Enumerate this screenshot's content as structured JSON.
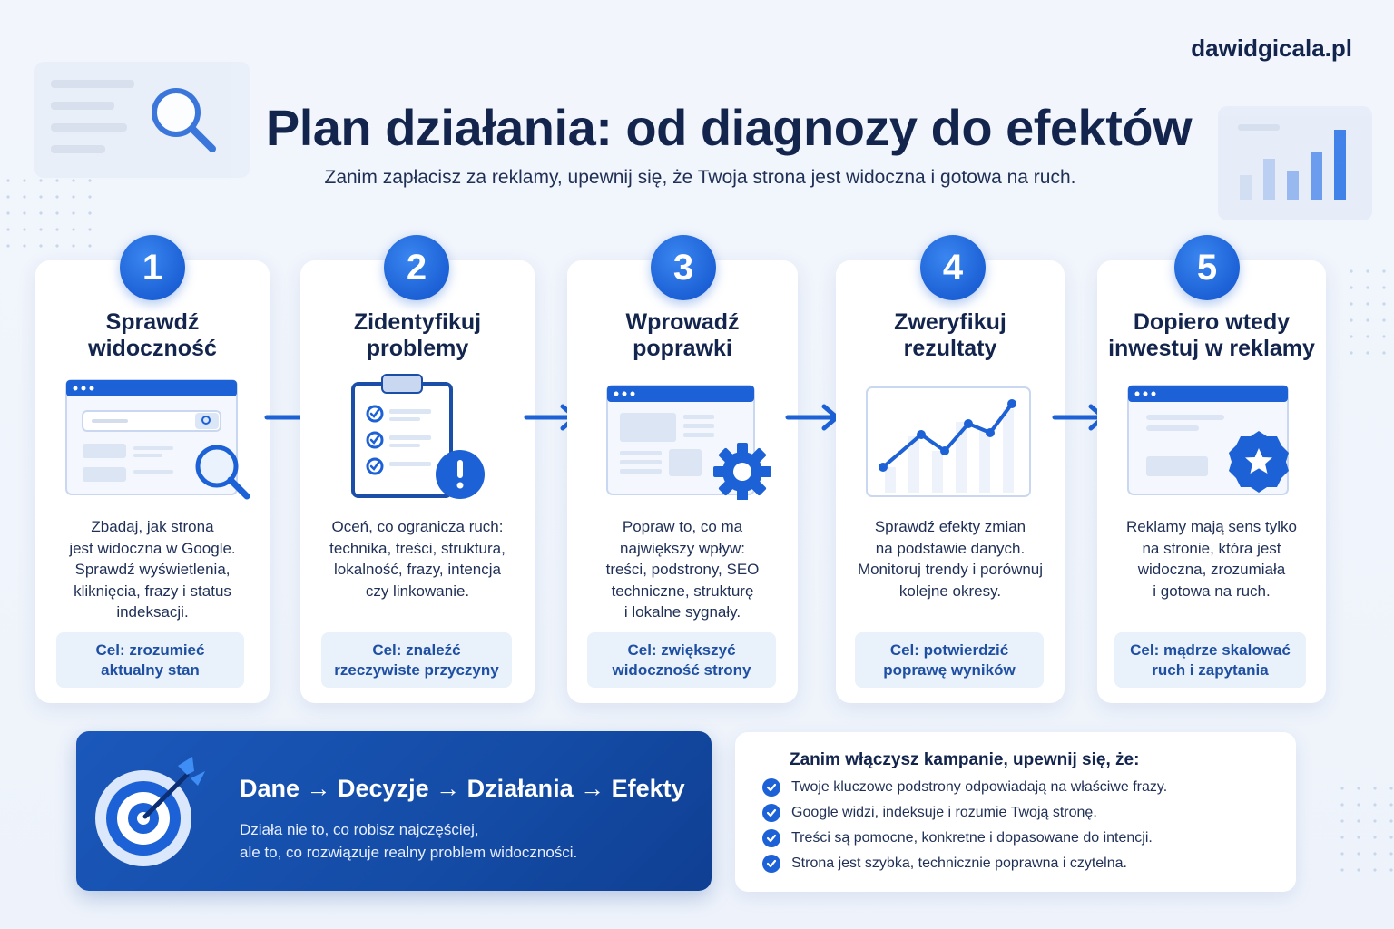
{
  "brand": "dawidgicala.pl",
  "title": "Plan działania: od diagnozy do efektów",
  "subtitle": "Zanim zapłacisz za reklamy, upewnij się, że Twoja strona jest widoczna i gotowa na ruch.",
  "accent_color": "#1c61d6",
  "dark_panel_color": "#144ca6",
  "steps": [
    {
      "number": "1",
      "title": "Sprawdź widoczność",
      "title_lines": [
        "Sprawdź",
        "widoczność"
      ],
      "desc_lines": [
        "Zbadaj, jak strona",
        "jest widoczna w Google.",
        "Sprawdź wyświetlenia,",
        "kliknięcia, frazy i status",
        "indeksacji."
      ],
      "goal_lines": [
        "Cel: zrozumieć",
        "aktualny stan"
      ],
      "icon": "browser-search-icon"
    },
    {
      "number": "2",
      "title": "Zidentyfikuj problemy",
      "title_lines": [
        "Zidentyfikuj",
        "problemy"
      ],
      "desc_lines": [
        "Oceń, co ogranicza ruch:",
        "technika, treści, struktura,",
        "lokalność, frazy, intencja",
        "czy linkowanie."
      ],
      "goal_lines": [
        "Cel: znaleźć",
        "rzeczywiste przyczyny"
      ],
      "icon": "clipboard-alert-icon"
    },
    {
      "number": "3",
      "title": "Wprowadź poprawki",
      "title_lines": [
        "Wprowadź",
        "poprawki"
      ],
      "desc_lines": [
        "Popraw to, co ma",
        "największy wpływ:",
        "treści, podstrony, SEO",
        "techniczne, strukturę",
        "i lokalne sygnały."
      ],
      "goal_lines": [
        "Cel: zwiększyć",
        "widoczność strony"
      ],
      "icon": "browser-gear-icon"
    },
    {
      "number": "4",
      "title": "Zweryfikuj rezultaty",
      "title_lines": [
        "Zweryfikuj",
        "rezultaty"
      ],
      "desc_lines": [
        "Sprawdź efekty zmian",
        "na podstawie danych.",
        "Monitoruj trendy i porównuj",
        "kolejne okresy."
      ],
      "goal_lines": [
        "Cel: potwierdzić",
        "poprawę wyników"
      ],
      "icon": "line-chart-icon"
    },
    {
      "number": "5",
      "title": "Dopiero wtedy inwestuj w reklamy",
      "title_lines": [
        "Dopiero wtedy",
        "inwestuj w reklamy"
      ],
      "desc_lines": [
        "Reklamy mają sens tylko",
        "na stronie, która jest",
        "widoczna, zrozumiała",
        "i gotowa na ruch."
      ],
      "goal_lines": [
        "Cel: mądrze skalować",
        "ruch i zapytania"
      ],
      "icon": "browser-star-badge-icon"
    }
  ],
  "flow": {
    "text": "Dane → Decyzje → Działania → Efekty",
    "note_lines": [
      "Działa nie to, co robisz najczęściej,",
      "ale to, co rozwiązuje realny problem widoczności."
    ],
    "icon": "target-arrow-icon"
  },
  "checklist": {
    "title": "Zanim włączysz kampanie, upewnij się, że:",
    "items": [
      "Twoje kluczowe podstrony odpowiadają na właściwe frazy.",
      "Google widzi, indeksuje i rozumie Twoją stronę.",
      "Treści są pomocne, konkretne i dopasowane do intencji.",
      "Strona jest szybka, technicznie poprawna i czytelna."
    ]
  }
}
